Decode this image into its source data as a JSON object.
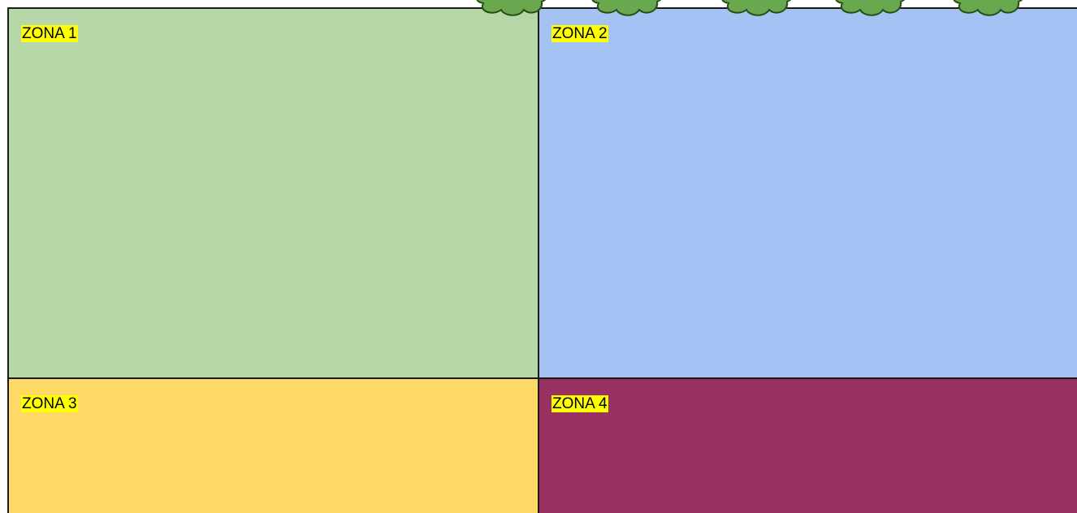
{
  "zones": [
    {
      "label": "ZONA 1",
      "color": "#b7d7a8"
    },
    {
      "label": "ZONA 2",
      "color": "#a4c2f4"
    },
    {
      "label": "ZONA 3",
      "color": "#ffd966"
    },
    {
      "label": "ZONA 4",
      "color": "#993263"
    }
  ],
  "label_highlight": "#ffff00",
  "trees": {
    "count": 5,
    "fill": "#6aa84f",
    "stroke": "#274e13"
  }
}
